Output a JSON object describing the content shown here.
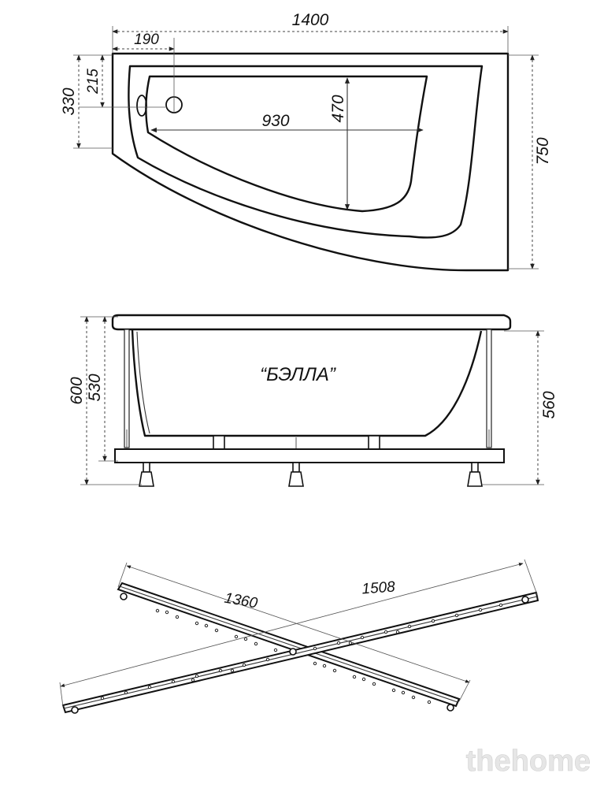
{
  "top_view": {
    "width_label": "1400",
    "drain_offset_label": "190",
    "drain_from_top_label": "215",
    "side_depth_label": "330",
    "inner_length_label": "930",
    "inner_depth_label": "470",
    "total_depth_label": "750"
  },
  "side_view": {
    "model_name": "“БЭЛЛА”",
    "total_height_label": "600",
    "tub_height_label": "530",
    "frame_height_label": "560"
  },
  "frame_view": {
    "short_bar_label": "1360",
    "long_bar_label": "1508"
  },
  "watermark": "thehome"
}
